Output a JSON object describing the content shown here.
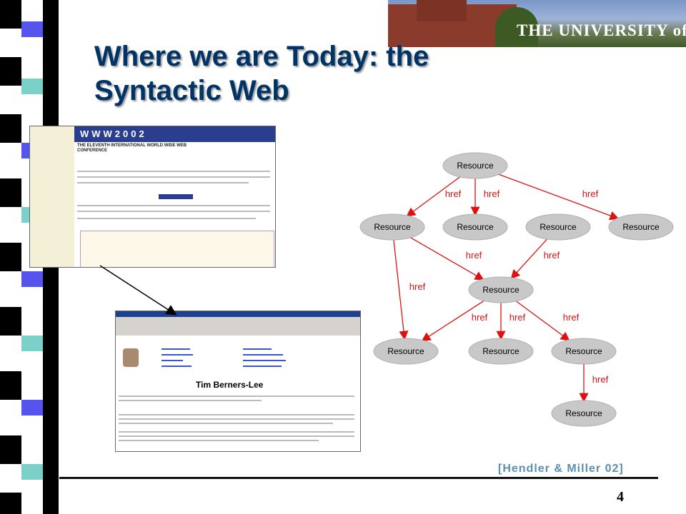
{
  "slide": {
    "title_line1": "Where we are Today: the",
    "title_line2": "Syntactic Web",
    "citation": "[Hendler & Miller 02]",
    "page_number": "4"
  },
  "banner": {
    "university": "THE UNIVERSITY of York"
  },
  "screenshot_www2002": {
    "header": "WWW2002",
    "subtitle": "THE ELEVENTH INTERNATIONAL WORLD WIDE WEB CONFERENCE"
  },
  "screenshot_tbl": {
    "heading": "Tim Berners-Lee"
  },
  "graph": {
    "node_label": "Resource",
    "edge_label": "href",
    "node_color": "#c8c8c8",
    "edge_color": "#dd1111"
  }
}
